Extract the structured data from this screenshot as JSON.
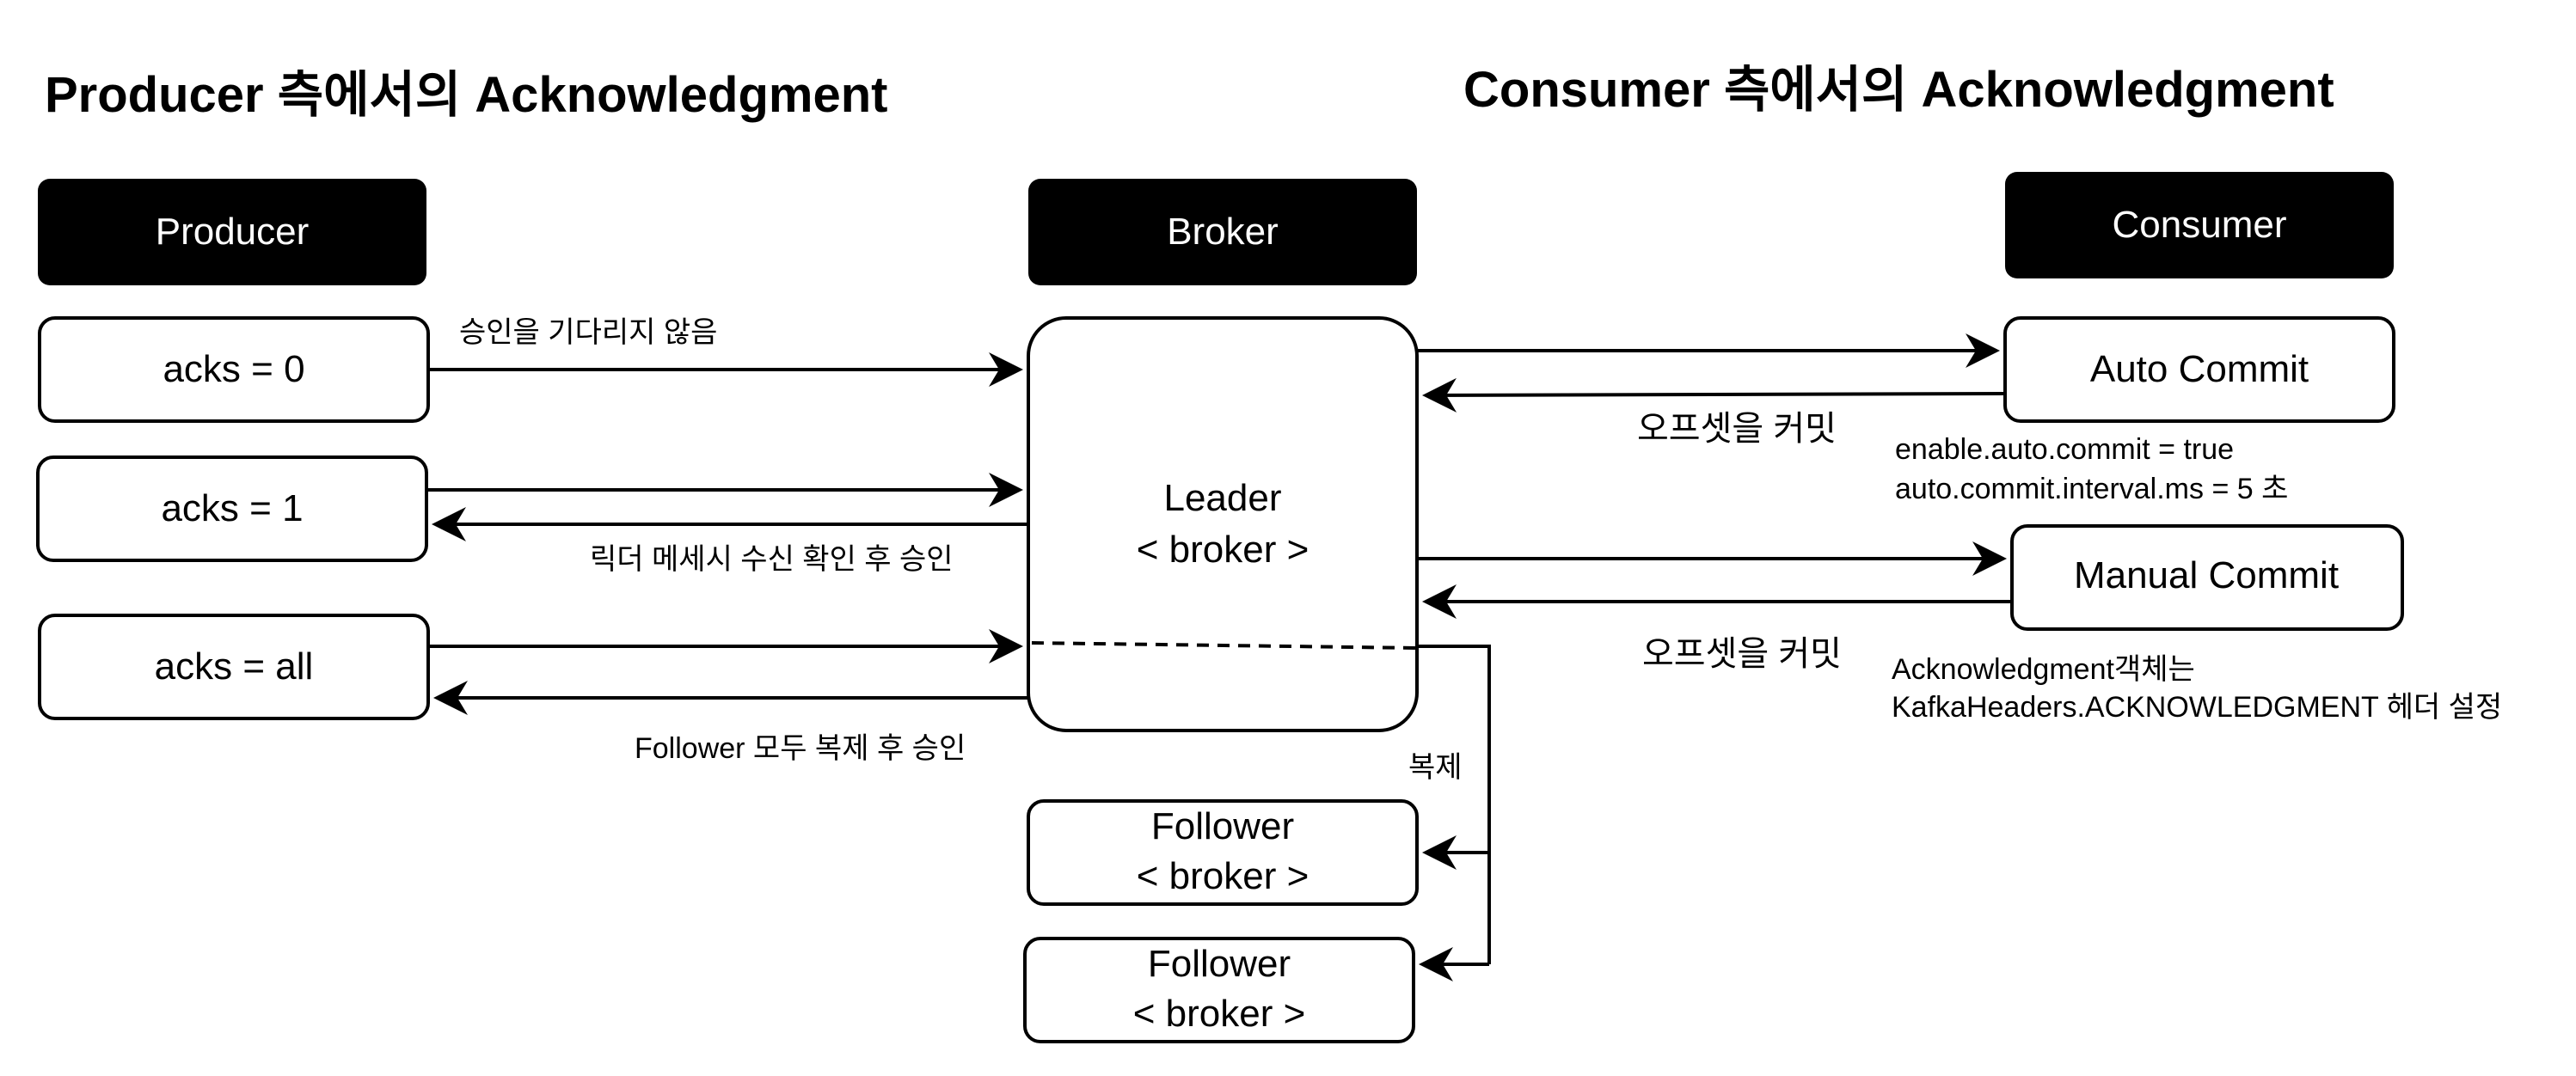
{
  "titles": {
    "producer": "Producer 측에서의 Acknowledgment",
    "consumer": "Consumer 측에서의 Acknowledgment"
  },
  "headers": {
    "producer": "Producer",
    "broker": "Broker",
    "consumer": "Consumer"
  },
  "producer_boxes": {
    "acks0": "acks = 0",
    "acks1": "acks = 1",
    "acks_all": "acks = all"
  },
  "leader": {
    "line1": "Leader",
    "line2": "< broker >"
  },
  "followers": [
    {
      "line1": "Follower",
      "line2": "< broker >"
    },
    {
      "line1": "Follower",
      "line2": "< broker >"
    }
  ],
  "consumer_boxes": {
    "auto": "Auto Commit",
    "manual": "Manual Commit"
  },
  "labels": {
    "acks0_arrow": "승인을 기다리지 않음",
    "acks1_return": "릭더 메세시 수신 확인 후 승인",
    "acks_all_return": "Follower 모두 복제 후 승인",
    "replication": "복제",
    "auto_commit": "오프셋을 커밋",
    "manual_commit": "오프셋을 커밋"
  },
  "notes": {
    "auto": [
      "enable.auto.commit =  true",
      "auto.commit.interval.ms = 5 초"
    ],
    "manual": [
      "Acknowledgment객체는",
      "KafkaHeaders.ACKNOWLEDGMENT 헤더 설정"
    ]
  },
  "colors": {
    "header_fill": "#000000",
    "header_text": "#ffffff",
    "stroke": "#000000"
  }
}
